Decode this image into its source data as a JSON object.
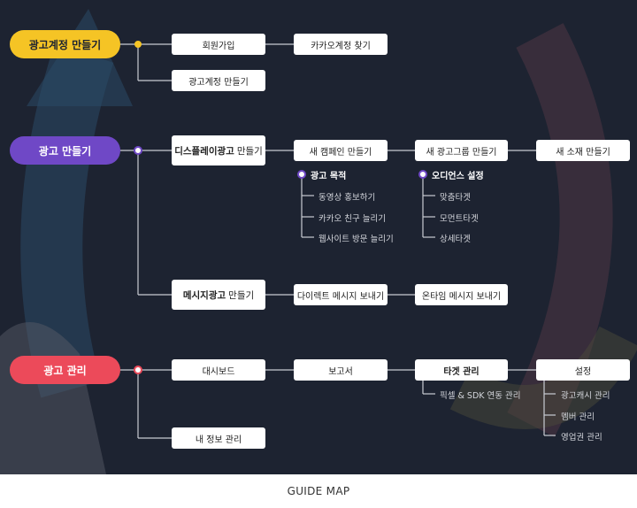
{
  "sections": {
    "account": {
      "label": "광고계정 만들기",
      "children": [
        "회원가입",
        "광고계정 만들기"
      ],
      "next": "카카오계정 찾기",
      "color": "#f5c425"
    },
    "create_ad": {
      "label": "광고 만들기",
      "color": "#6f48c6",
      "display_ad": {
        "bold": "디스플레이광고",
        "rest": "만들기"
      },
      "message_ad": {
        "bold": "메시지광고",
        "rest": "만들기"
      },
      "campaign": "새 캠페인 만들기",
      "adgroup": "새 광고그룹 만들기",
      "creative": "새 소재 만들기",
      "goal_title": "광고 목적",
      "goals": [
        "동영상 홍보하기",
        "카카오 친구 늘리기",
        "웹사이트 방문 늘리기"
      ],
      "audience_title": "오디언스 설정",
      "audiences": [
        "맞춤타겟",
        "모먼트타겟",
        "상세타겟"
      ],
      "direct_message": "다이렉트 메시지 보내기",
      "ontime_message": "온타임 메시지 보내기"
    },
    "manage": {
      "label": "광고 관리",
      "color": "#ec4a5a",
      "dashboard": "대시보드",
      "report": "보고서",
      "target": "타겟 관리",
      "settings": "설정",
      "target_sub": "픽셀 & SDK 연동 관리",
      "settings_sub": [
        "광고캐시 관리",
        "멤버 관리",
        "영업권 관리"
      ],
      "my_info": "내 정보 관리"
    }
  },
  "footer": "GUIDE MAP"
}
